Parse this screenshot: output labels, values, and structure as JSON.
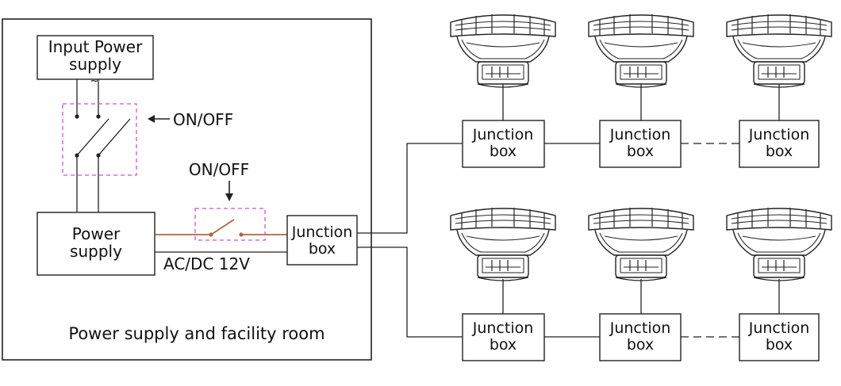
{
  "room": {
    "caption": "Power supply and facility room"
  },
  "input_power": {
    "line1": "Input Power",
    "line2": "supply",
    "symbol": "~"
  },
  "switch_main": {
    "label": "ON/OFF"
  },
  "switch_low": {
    "label": "ON/OFF"
  },
  "power_supply": {
    "line1": "Power",
    "line2": "supply"
  },
  "voltage_label": "AC/DC 12V",
  "junction_main": {
    "line1": "Junction",
    "line2": "box"
  },
  "junction_boxes": [
    {
      "line1": "Junction",
      "line2": "box"
    },
    {
      "line1": "Junction",
      "line2": "box"
    },
    {
      "line1": "Junction",
      "line2": "box"
    },
    {
      "line1": "Junction",
      "line2": "box"
    },
    {
      "line1": "Junction",
      "line2": "box"
    },
    {
      "line1": "Junction",
      "line2": "box"
    }
  ],
  "colors": {
    "switch_frame": "#d84bd8",
    "low_voltage_wire": "#b5653b",
    "line": "#222222"
  }
}
